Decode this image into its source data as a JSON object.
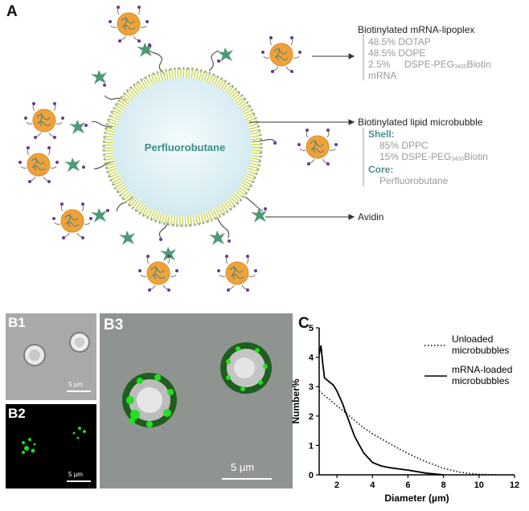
{
  "panel_a": {
    "label": "A",
    "core_label": "Perfluorobutane",
    "lipoplex": {
      "title": "Biotinylated mRNA-lipoplex",
      "items": [
        "48.5% DOTAP",
        "48.5% DOPE",
        "2.5%",
        "DSPE-PEG",
        "3400",
        "Biotin",
        "mRNA"
      ]
    },
    "microbubble": {
      "title": "Biotinylated lipid microbubble",
      "shell_label": "Shell:",
      "shell_items": [
        "85% DPPC",
        "15% DSPE-PEG",
        "3400",
        "Biotin"
      ],
      "core_label": "Core:",
      "core_item": "Perfluorobutane"
    },
    "avidin_label": "Avidin",
    "colors": {
      "shell": "#c8d85a",
      "core": "#d4ecf1",
      "lipoplex": "#f0a23a",
      "avidin": "#4e9a78",
      "biotin": "#6a3b8c"
    }
  },
  "panel_b1": {
    "label": "B1",
    "scale": "5 µm"
  },
  "panel_b2": {
    "label": "B2",
    "scale": "5 µm"
  },
  "panel_b3": {
    "label": "B3",
    "scale": "5 µm"
  },
  "panel_c": {
    "label": "C"
  },
  "chart_data": {
    "type": "line",
    "xlabel": "Diameter (µm)",
    "ylabel": "Number%",
    "xlim": [
      1,
      12
    ],
    "ylim": [
      0,
      5
    ],
    "xticks": [
      2,
      4,
      6,
      8,
      10,
      12
    ],
    "yticks": [
      0,
      1,
      2,
      3,
      4,
      5
    ],
    "legend_position": "top-right",
    "series": [
      {
        "name": "Unloaded microbubbles",
        "style": "dotted",
        "x": [
          1.0,
          1.3,
          1.6,
          2.0,
          2.5,
          3.0,
          3.5,
          4.0,
          5.0,
          6.0,
          7.0,
          8.0,
          9.0,
          10.0,
          11.0
        ],
        "values": [
          2.85,
          2.7,
          2.55,
          2.35,
          2.1,
          1.85,
          1.6,
          1.4,
          1.05,
          0.72,
          0.45,
          0.22,
          0.08,
          0.02,
          0.0
        ]
      },
      {
        "name": "mRNA-loaded microbubbles",
        "style": "solid",
        "x": [
          1.0,
          1.1,
          1.2,
          1.3,
          1.5,
          1.8,
          2.0,
          2.3,
          2.6,
          3.0,
          3.5,
          4.0,
          4.5,
          5.0,
          6.0,
          7.0,
          8.0
        ],
        "values": [
          4.1,
          4.4,
          3.8,
          3.3,
          3.2,
          3.05,
          2.85,
          2.45,
          1.95,
          1.3,
          0.75,
          0.42,
          0.3,
          0.24,
          0.16,
          0.06,
          0.0
        ]
      }
    ]
  }
}
